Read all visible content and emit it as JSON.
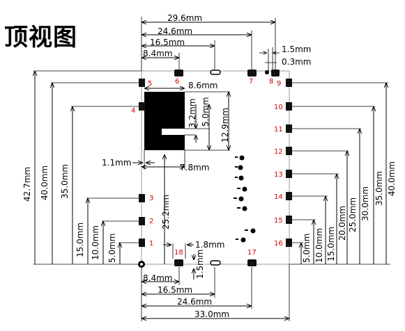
{
  "title": "顶视图",
  "top_dims": [
    "29.6mm",
    "24.6mm",
    "16.5mm",
    "8.4mm",
    "1.5mm",
    "0.3mm"
  ],
  "bottom_dims": [
    "8.4mm",
    "16.5mm",
    "24.6mm",
    "33.0mm",
    "1.8mm",
    "1.5mm"
  ],
  "antenna_dims": [
    "8.6mm",
    "3.2mm",
    "5.0mm",
    "12.9mm",
    "1.1mm",
    "7.8mm"
  ],
  "left_dims": [
    "42.7mm",
    "40.0mm",
    "35.0mm",
    "15.0mm",
    "10.0mm",
    "5.0mm",
    "25.2mm"
  ],
  "right_dims": [
    "5.0mm",
    "10.0mm",
    "15.0mm",
    "20.0mm",
    "25.0mm",
    "30.0mm",
    "35.0mm",
    "40.0mm"
  ],
  "pins": {
    "left": [
      "1",
      "2",
      "3",
      "4",
      "5"
    ],
    "top": [
      "6",
      "7",
      "8"
    ],
    "right": [
      "9",
      "10",
      "11",
      "12",
      "13",
      "14",
      "15",
      "16"
    ],
    "bottom": [
      "17",
      "18"
    ]
  }
}
